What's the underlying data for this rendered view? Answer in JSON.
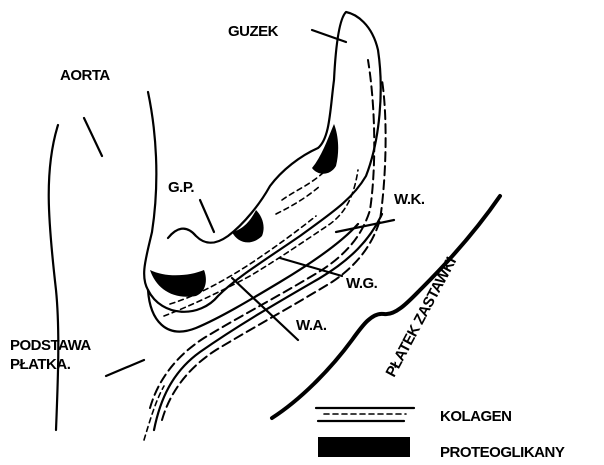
{
  "labels": {
    "guzek": "GUZEK",
    "aorta": "AORTA",
    "gp": "G.P.",
    "wk": "W.K.",
    "wg": "W.G.",
    "wa": "W.A.",
    "podstawa_line1": "PODSTAWA",
    "podstawa_line2": "PŁATKA.",
    "platek_zastawki": "PŁATEK ZASTAWKI"
  },
  "legend": {
    "kolagen": "KOLAGEN",
    "proteoglikany": "PROTEOGLIKANY"
  }
}
